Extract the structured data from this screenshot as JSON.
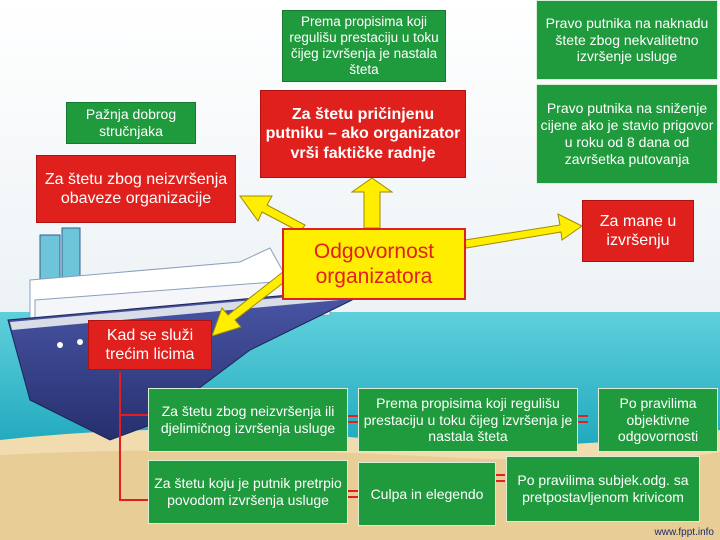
{
  "center": {
    "label": "Odgovornost organizatora"
  },
  "top_boxes": {
    "regulations_top": "Prema propisima koji regulišu prestaciju u toku čijeg izvršenja je nastala šteta",
    "right_compensation": "Pravo putnika na naknadu štete  zbog nekvalitetno izvršenje usluge",
    "right_discount": "Pravo putnika na sniženje cijene ako je stavio prigovor u roku od 8 dana od završetka putovanja"
  },
  "red_boxes": {
    "actual_damage": "Za štetu pričinjenu putniku – ako organizator vrši faktičke radnje",
    "organization_damage": "Za štetu zbog neizvršenja obaveze organizacije",
    "defects": "Za mane u izvršenju",
    "third_parties": "Kad se služi trećim licima"
  },
  "left_box": {
    "expert_care": "Pažnja dobrog stručnjaka"
  },
  "bottom_rows": [
    {
      "left": "Za štetu zbog neizvršenja ili djelimičnog izvršenja usluge",
      "middle": "Prema propisima koji regulišu prestaciju u toku čijeg izvršenja je nastala šteta",
      "right": "Po pravilima objektivne odgovornosti"
    },
    {
      "left": "Za štetu koju je putnik pretrpio povodom izvršenja usluge",
      "middle": "Culpa in elegendo",
      "right": "Po pravilima subjek.odg. sa pretpostavljenom krivicom"
    }
  ],
  "footer": {
    "site": "www.fppt.info"
  },
  "colors": {
    "green": "#1f9a3c",
    "red": "#e0201c",
    "yellow": "#ffee00",
    "arrow": "#ffee00",
    "sea": "#2bb3c4"
  }
}
